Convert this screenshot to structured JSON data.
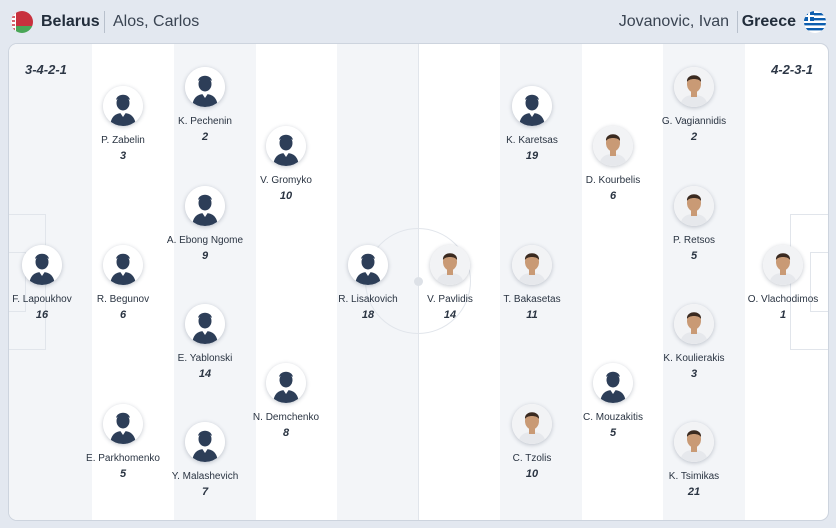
{
  "header": {
    "home": {
      "team": "Belarus",
      "coach": "Alos, Carlos"
    },
    "away": {
      "team": "Greece",
      "coach": "Jovanovic, Ivan"
    }
  },
  "colors": {
    "belarus_red": "#c8313e",
    "belarus_green": "#4aa657",
    "greece_blue": "#0d5eaf",
    "avatar_silhouette": "#2d3e58",
    "skin": "#c99a75",
    "hair": "#3a2a20"
  },
  "lineups": {
    "home": {
      "formation": "3-4-2-1",
      "players": [
        {
          "name": "F. Lapoukhov",
          "number": "16",
          "photo": false
        },
        {
          "name": "P. Zabelin",
          "number": "3",
          "photo": false
        },
        {
          "name": "R. Begunov",
          "number": "6",
          "photo": false
        },
        {
          "name": "E. Parkhomenko",
          "number": "5",
          "photo": false
        },
        {
          "name": "K. Pechenin",
          "number": "2",
          "photo": false
        },
        {
          "name": "A. Ebong Ngome",
          "number": "9",
          "photo": false
        },
        {
          "name": "E. Yablonski",
          "number": "14",
          "photo": false
        },
        {
          "name": "Y. Malashevich",
          "number": "7",
          "photo": false
        },
        {
          "name": "V. Gromyko",
          "number": "10",
          "photo": false
        },
        {
          "name": "N. Demchenko",
          "number": "8",
          "photo": false
        },
        {
          "name": "R. Lisakovich",
          "number": "18",
          "photo": false
        }
      ]
    },
    "away": {
      "formation": "4-2-3-1",
      "players": [
        {
          "name": "O. Vlachodimos",
          "number": "1",
          "photo": true
        },
        {
          "name": "G. Vagiannidis",
          "number": "2",
          "photo": true
        },
        {
          "name": "P. Retsos",
          "number": "5",
          "photo": true
        },
        {
          "name": "K. Koulierakis",
          "number": "3",
          "photo": true
        },
        {
          "name": "K. Tsimikas",
          "number": "21",
          "photo": true
        },
        {
          "name": "D. Kourbelis",
          "number": "6",
          "photo": true
        },
        {
          "name": "C. Mouzakitis",
          "number": "5",
          "photo": false
        },
        {
          "name": "K. Karetsas",
          "number": "19",
          "photo": false
        },
        {
          "name": "T. Bakasetas",
          "number": "11",
          "photo": true
        },
        {
          "name": "C. Tzolis",
          "number": "10",
          "photo": true
        },
        {
          "name": "V. Pavlidis",
          "number": "14",
          "photo": true
        }
      ]
    }
  }
}
